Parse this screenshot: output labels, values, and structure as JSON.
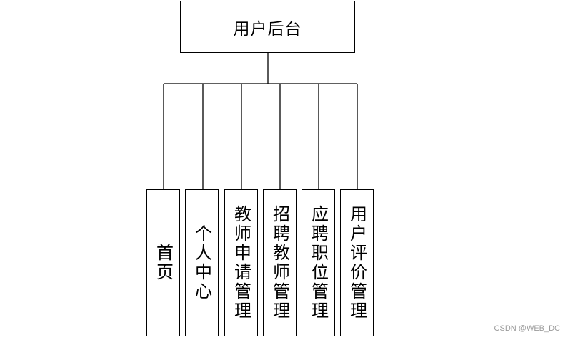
{
  "root": {
    "label": "用户后台"
  },
  "children": [
    {
      "id": "home",
      "label": "首页"
    },
    {
      "id": "personal-center",
      "label": "个人中心"
    },
    {
      "id": "teacher-application",
      "label": "教师申请管理"
    },
    {
      "id": "recruit-teacher",
      "label": "招聘教师管理"
    },
    {
      "id": "job-application",
      "label": "应聘职位管理"
    },
    {
      "id": "user-review",
      "label": "用户评价管理"
    }
  ],
  "watermark": "CSDN @WEB_DC"
}
